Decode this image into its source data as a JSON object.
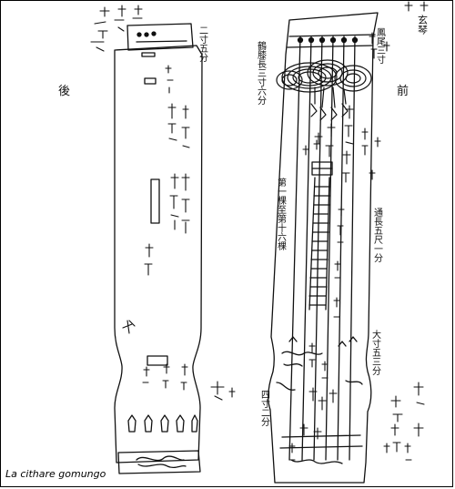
{
  "caption": "La cithare gomungo",
  "colors": {
    "ink": "#111111",
    "paper": "#ffffff"
  },
  "diagram": {
    "back_view": {
      "side_label": "後",
      "top_note": "二寸五分"
    },
    "front_view": {
      "side_label": "前",
      "corner_label": "玄琴",
      "top_note": "鳳尾三寸",
      "right_note_upper": "通長五尺一分",
      "right_note_lower": "大寸五三分",
      "bottom_note": "四寸二分",
      "left_note": "鶴膝長三寸六分",
      "mid_note": "第一棵至第十六棵"
    }
  }
}
